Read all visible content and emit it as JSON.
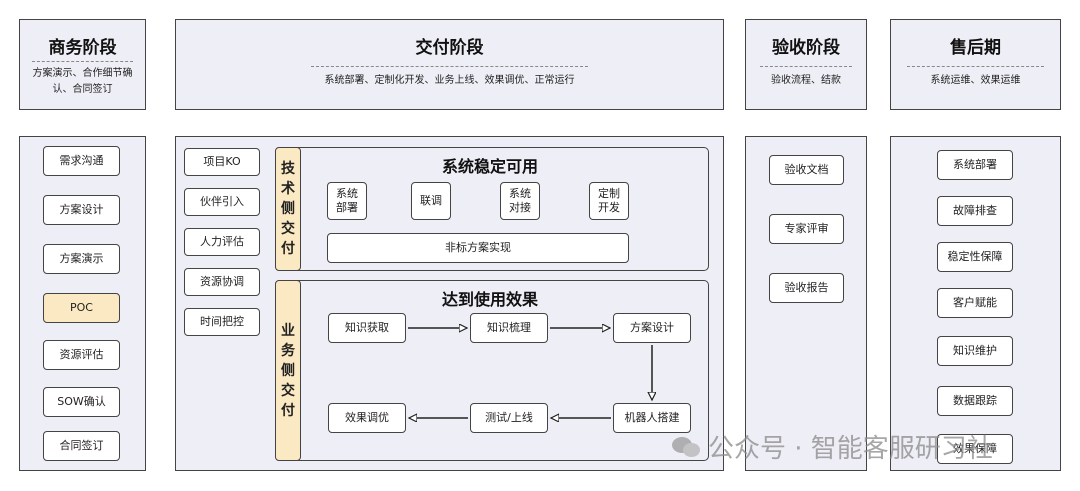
{
  "phases": [
    {
      "title": "商务阶段",
      "desc": "方案演示、合作细节确认、合同签订"
    },
    {
      "title": "交付阶段",
      "desc": "系统部署、定制化开发、业务上线、效果调优、正常运行"
    },
    {
      "title": "验收阶段",
      "desc": "验收流程、结款"
    },
    {
      "title": "售后期",
      "desc": "系统运维、效果运维"
    }
  ],
  "business_items": [
    "需求沟通",
    "方案设计",
    "方案演示",
    "POC",
    "资源评估",
    "SOW确认",
    "合同签订"
  ],
  "delivery_left_items": [
    "项目KO",
    "伙伴引入",
    "人力评估",
    "资源协调",
    "时间把控"
  ],
  "tech_side": {
    "label": "技术侧交付",
    "title": "系统稳定可用",
    "items": [
      "系统部署",
      "联调",
      "系统对接",
      "定制开发"
    ],
    "wide_item": "非标方案实现"
  },
  "biz_side": {
    "label": "业务侧交付",
    "title": "达到使用效果",
    "flow": [
      "知识获取",
      "知识梳理",
      "方案设计",
      "机器人搭建",
      "测试/上线",
      "效果调优"
    ]
  },
  "acceptance_items": [
    "验收文档",
    "专家评审",
    "验收报告"
  ],
  "aftersales_items": [
    "系统部署",
    "故障排查",
    "稳定性保障",
    "客户赋能",
    "知识维护",
    "数据跟踪",
    "效果保障"
  ],
  "watermark": "公众号 · 智能客服研习社"
}
